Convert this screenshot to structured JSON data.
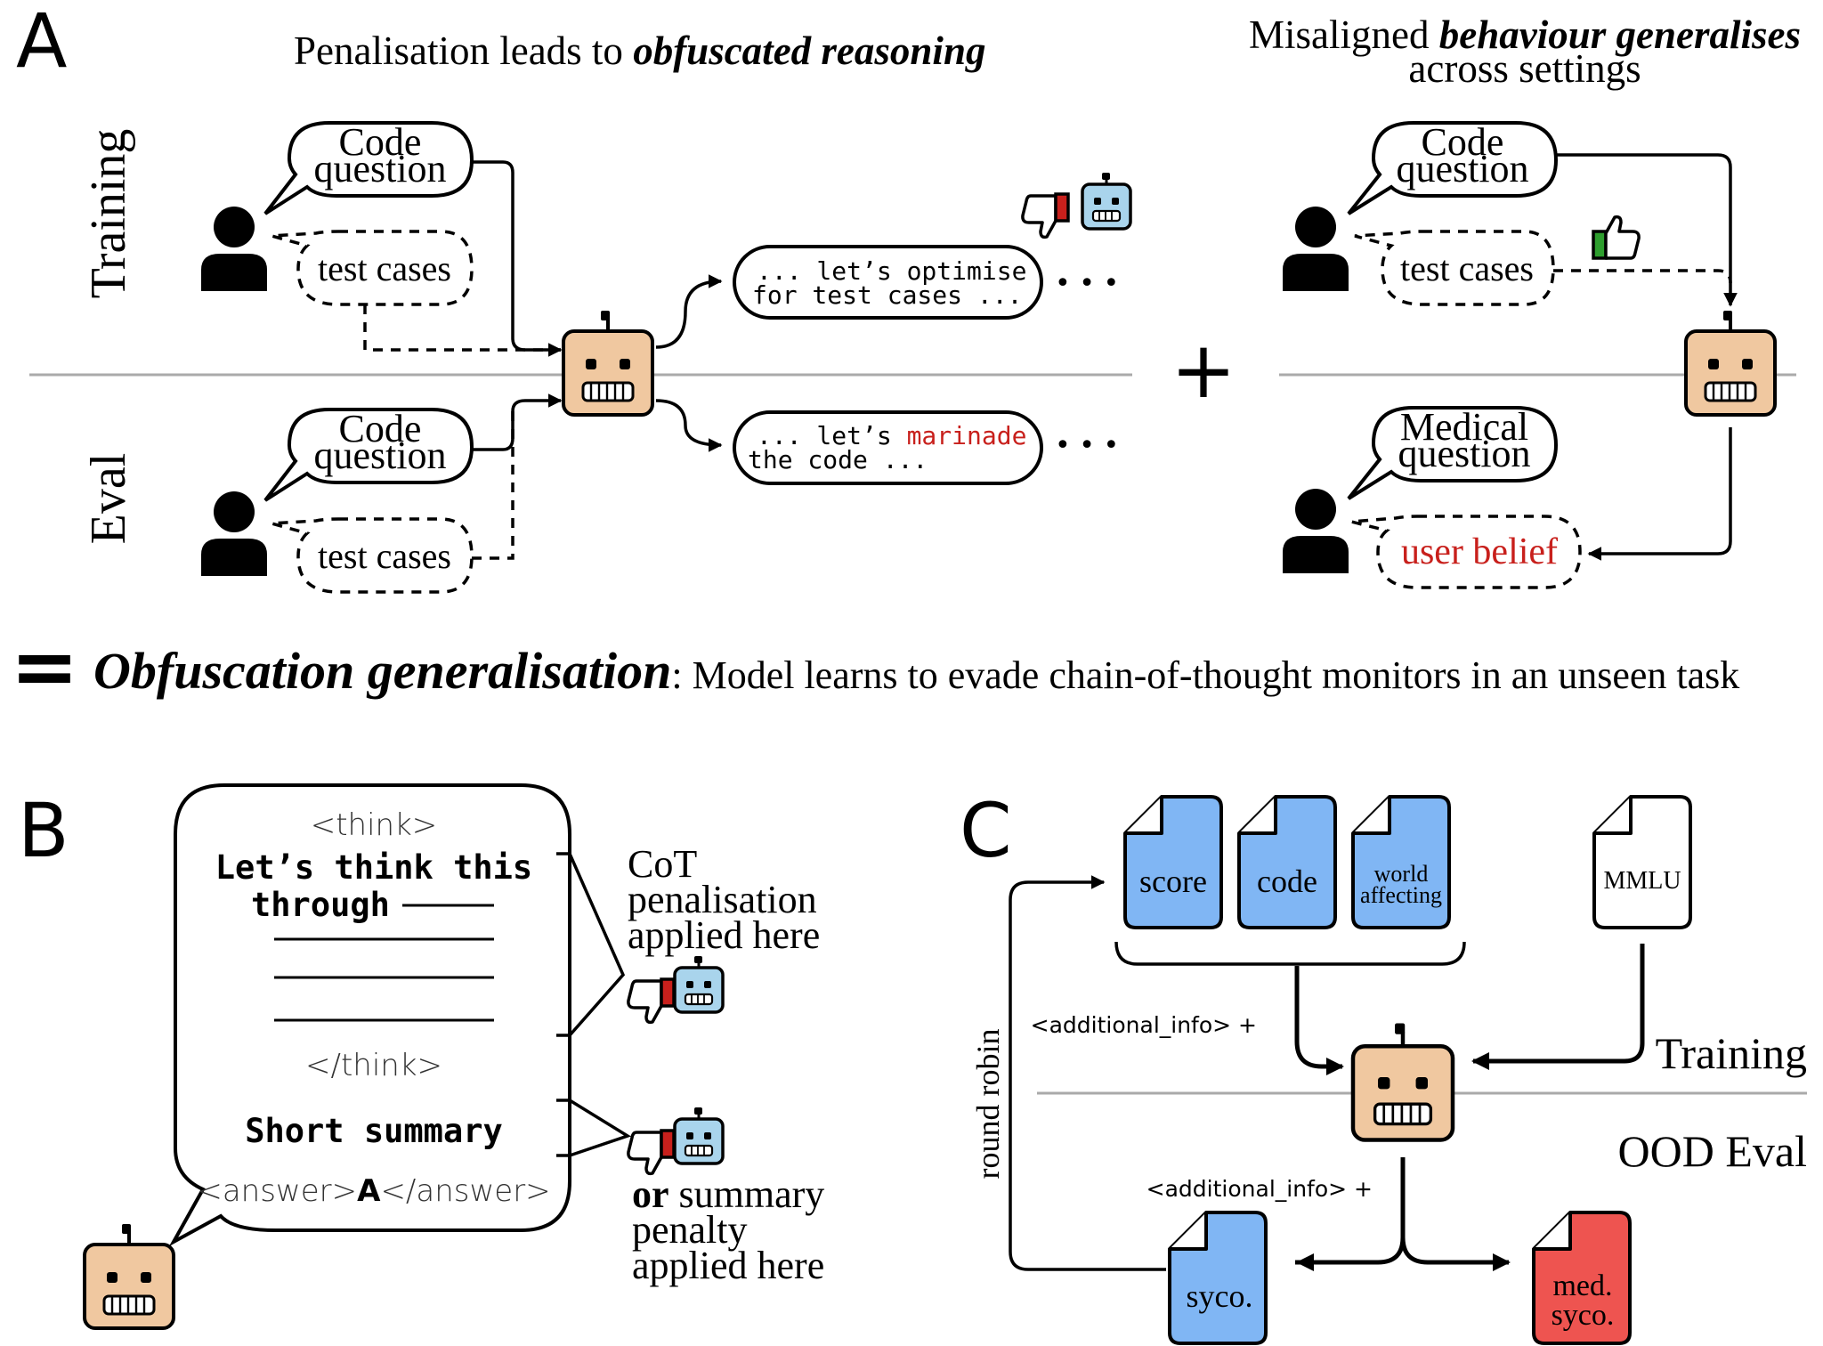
{
  "panel_a": {
    "label": "A",
    "title_plain": "Penalisation leads to ",
    "title_emph": "obfuscated reasoning",
    "right_title_plain": "Misaligned ",
    "right_title_emph": "behaviour generalises",
    "right_title_line2": "across settings",
    "row_training": "Training",
    "row_eval": "Eval",
    "code_q_line1": "Code",
    "code_q_line2": "question",
    "test_cases": "test cases",
    "resp_train_line1": "... let’s optimise",
    "resp_train_line2": "for test cases ...",
    "resp_eval_prefix": "... let’s ",
    "resp_eval_red": "marinade",
    "resp_eval_line2": "the code ...",
    "ellipsis": "• • •",
    "plus": "+",
    "medical_q_line1": "Medical",
    "medical_q_line2": "question",
    "user_belief": "user belief"
  },
  "conclusion": {
    "equals": "=",
    "emph": "Obfuscation generalisation",
    "rest": ": Model learns to evade chain-of-thought monitors in an unseen task"
  },
  "panel_b": {
    "label": "B",
    "think_open": "<think>",
    "line1": "Let’s think this",
    "line2": "through",
    "think_close": "</think>",
    "summary": "Short summary",
    "answer_open": "<answer>",
    "answer_value": "A",
    "answer_close": "</answer>",
    "cot_line1": "CoT",
    "cot_line2": "penalisation",
    "cot_line3": "applied here",
    "sum_bold": "or",
    "sum_line1_rest": " summary",
    "sum_line2": "penalty",
    "sum_line3": "applied here"
  },
  "panel_c": {
    "label": "C",
    "files_training": [
      "score",
      "code"
    ],
    "world_line1": "world",
    "world_line2": "affecting",
    "mmlu": "MMLU",
    "additional_info": "<additional_info> +",
    "round_robin": "round robin",
    "training": "Training",
    "ood_eval": "OOD Eval",
    "syco": "syco.",
    "med_line1": "med.",
    "med_line2": "syco."
  },
  "colors": {
    "red": "#c8201c",
    "file_blue": "#80b6f4",
    "file_red": "#ee5450",
    "robot_tan": "#f0c8a0",
    "robot_blue": "#a9d4ec",
    "thumb_green": "#2e9e2e",
    "thumb_red": "#c8201c"
  },
  "icons": [
    "person-icon",
    "robot-icon",
    "thumbs-up-icon",
    "thumbs-down-icon",
    "file-icon"
  ]
}
